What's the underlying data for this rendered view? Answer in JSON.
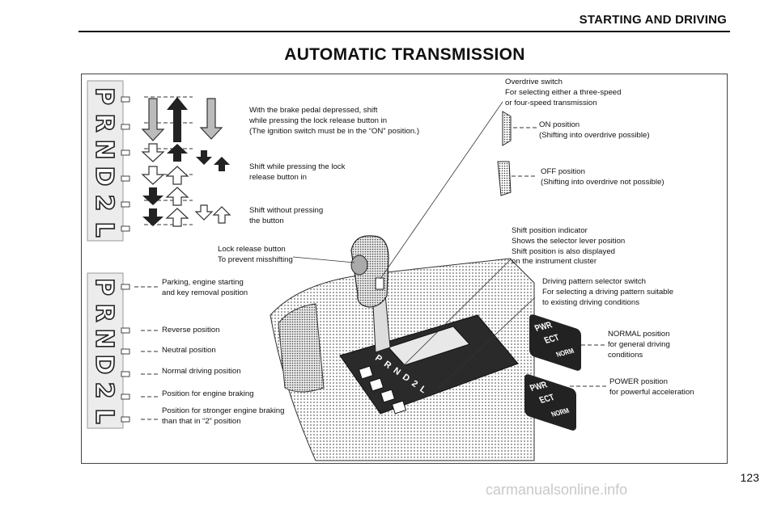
{
  "header": {
    "section_title": "STARTING AND DRIVING"
  },
  "page_title": "AUTOMATIC TRANSMISSION",
  "legend": {
    "shift_brake": "With the brake pedal depressed, shift\nwhile pressing the lock release button in\n(The ignition switch must be in the “ON” position.)",
    "shift_lock": "Shift while pressing the lock\nrelease button in",
    "shift_free": "Shift without pressing\nthe button"
  },
  "gate_positions": [
    "P",
    "R",
    "N",
    "D",
    "2",
    "L"
  ],
  "positions": {
    "parking": "Parking, engine starting\nand key removal position",
    "reverse": "Reverse position",
    "neutral": "Neutral position",
    "drive": "Normal driving position",
    "second": "Position for engine braking",
    "low": "Position for stronger engine braking\nthan that in “2” position"
  },
  "lock_release": "Lock release button\nTo prevent misshifting",
  "overdrive": {
    "title": "Overdrive switch\nFor selecting either a three-speed\nor four-speed transmission",
    "on": "ON position\n(Shifting into overdrive possible)",
    "off": "OFF position\n(Shifting into overdrive not possible)"
  },
  "indicator": "Shift position indicator\nShows the selector lever position\nShift position is also displayed\non the instrument cluster",
  "pattern_switch": "Driving pattern selector switch\nFor selecting a driving pattern suitable\nto existing driving conditions",
  "normal_mode": "NORMAL position\nfor general driving\nconditions",
  "power_mode": "POWER position\nfor powerful acceleration",
  "switch_labels": {
    "pwr": "PWR",
    "ect": "ECT",
    "norm": "NORM"
  },
  "console_labels": [
    "P",
    "R",
    "N",
    "D",
    "2",
    "L"
  ],
  "page_number": "123",
  "watermark": "carmanualsonline.info"
}
